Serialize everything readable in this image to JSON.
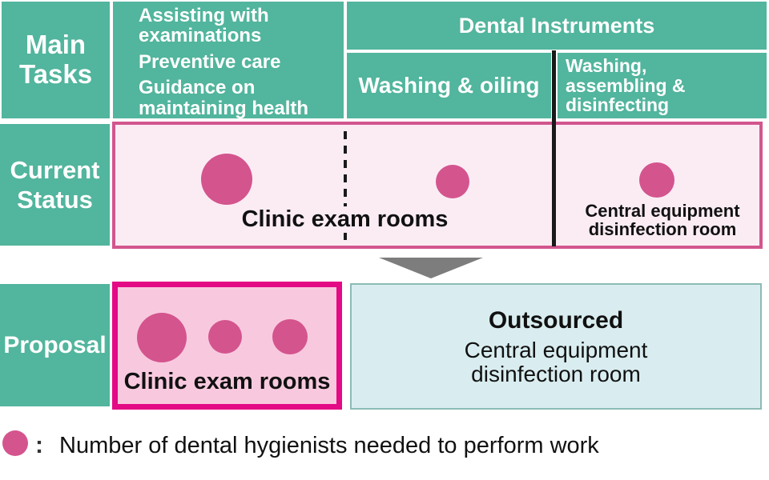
{
  "header": {
    "main_tasks": "Main Tasks",
    "tasks": [
      "Assisting with examinations",
      "Preventive care",
      "Guidance on maintaining health"
    ],
    "dental_instruments": "Dental Instruments",
    "washing_oiling": "Washing & oiling",
    "washing_assembling": "Washing, assembling & disinfecting"
  },
  "current_status": {
    "row_label": "Current Status",
    "clinic_exam_rooms": "Clinic exam rooms",
    "central_room": "Central equipment disinfection room",
    "hygienist_dots": [
      {
        "area": "clinic-exam-rooms",
        "size": "large"
      },
      {
        "area": "washing-oiling",
        "size": "medium"
      },
      {
        "area": "central-disinfection-room",
        "size": "medium"
      }
    ]
  },
  "proposal": {
    "row_label": "Proposal",
    "clinic_exam_rooms": "Clinic exam rooms",
    "outsourced": "Outsourced",
    "central_room": "Central equipment disinfection room",
    "hygienist_dots": [
      {
        "area": "clinic-exam-rooms",
        "size": "large"
      },
      {
        "area": "clinic-exam-rooms",
        "size": "medium"
      },
      {
        "area": "clinic-exam-rooms",
        "size": "medium"
      }
    ]
  },
  "legend": {
    "colon": ":",
    "text": "Number of dental hygienists needed to perform work"
  },
  "colors": {
    "green": "#52b59d",
    "circle_pink": "#d4548e",
    "status_fill": "#fbecf4",
    "status_border": "#d2568e",
    "proposal_fill": "#f8c9de",
    "proposal_border": "#e40984",
    "outsourced_fill": "#d9edf0",
    "outsourced_border": "#8cbbb5",
    "arrow_gray": "#7d7d7d",
    "text_dark": "#111111"
  }
}
